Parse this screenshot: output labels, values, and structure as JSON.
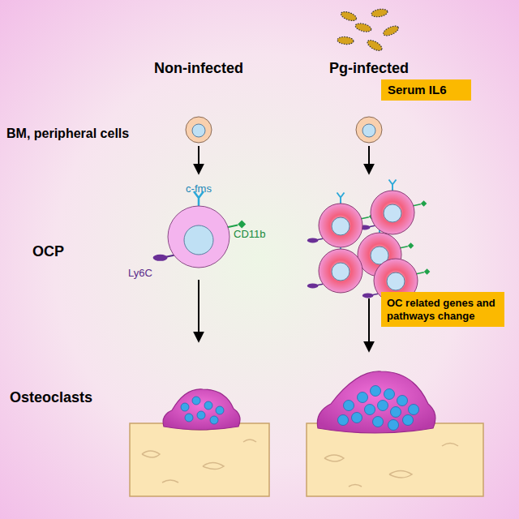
{
  "diagram": {
    "nodes": [
      {
        "text": [
          "Serum IL6"
        ]
      },
      {
        "text": [
          "OC related genes and pathways change"
        ]
      }
    ],
    "labels": [
      "Non-infected",
      "Pg-infected",
      "BM, peripheral cells",
      "c-fms",
      "Ly6C",
      "CD11b",
      "OCP",
      "Osteoclasts"
    ]
  }
}
